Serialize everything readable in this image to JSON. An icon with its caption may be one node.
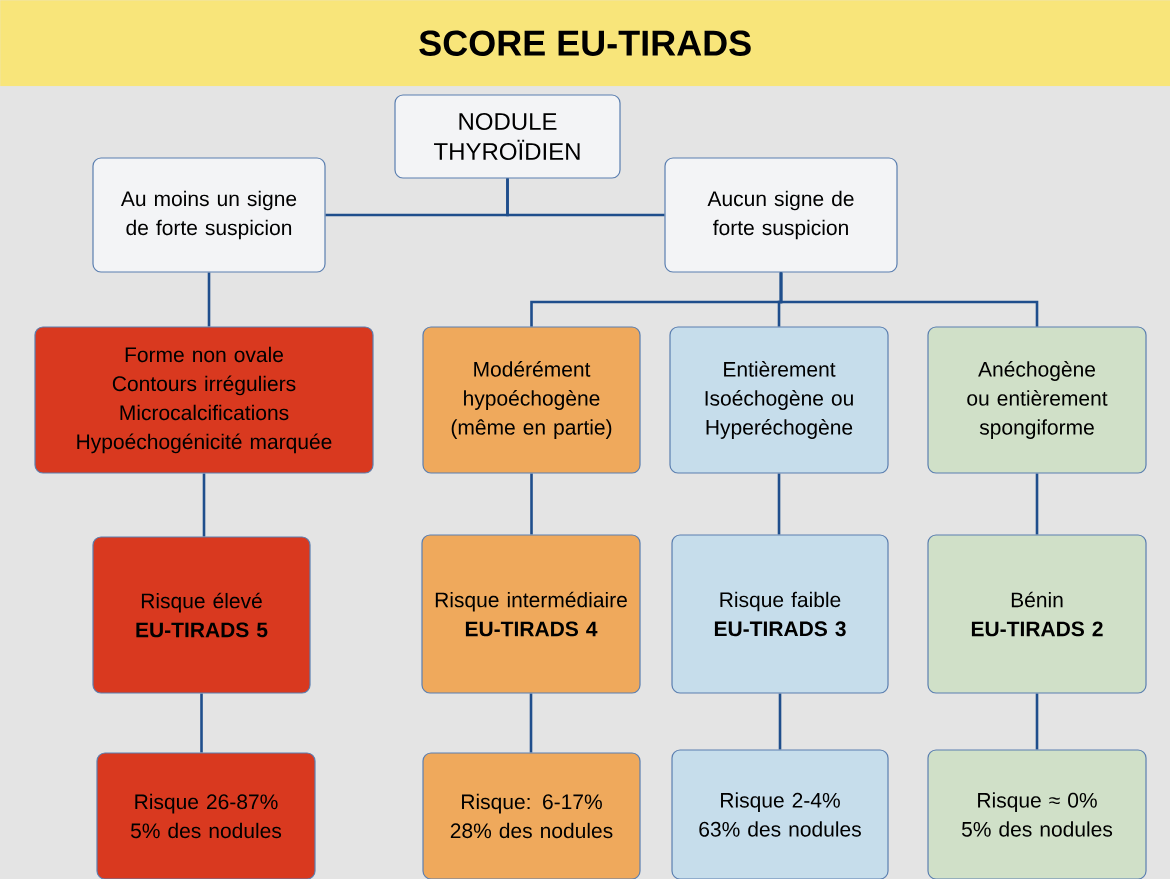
{
  "diagram": {
    "title": "SCORE EU-TIRADS",
    "nodes": [
      {
        "text": [
          "NODULE THYROÏDIEN"
        ]
      },
      {
        "text": [
          "Au moins un signe de forte suspicion"
        ]
      },
      {
        "text": [
          "Aucun signe de forte suspicion"
        ]
      },
      {
        "text": [
          "Forme non ovale",
          "Contours irréguliers",
          "Microcalcifications",
          "Hypoéchogénicité marquée"
        ]
      },
      {
        "text": [
          "Modérément hypoéchogène (même en partie)"
        ]
      },
      {
        "text": [
          "Entièrement Isoéchogène ou Hyperéchogène"
        ]
      },
      {
        "text": [
          "Anéchogène ou entièrement spongiforme"
        ]
      },
      {
        "text": [
          "Risque élevé",
          "EU-TIRADS 5"
        ]
      },
      {
        "text": [
          "Risque intermédiaire",
          "EU-TIRADS 4"
        ]
      },
      {
        "text": [
          "Risque faible",
          "EU-TIRADS 3"
        ]
      },
      {
        "text": [
          "Bénin",
          "EU-TIRADS 2"
        ]
      },
      {
        "text": [
          "Risque 26-87%",
          "5% des nodules"
        ]
      },
      {
        "text": [
          "Risque: 6-17%",
          "28% des nodules"
        ]
      },
      {
        "text": [
          "Risque 2-4%",
          "63% des nodules"
        ]
      },
      {
        "text": [
          "Risque ≈ 0%",
          "5% des nodules"
        ]
      }
    ],
    "edges": [
      {
        "from": 0,
        "to": 1,
        "arrow": "none"
      },
      {
        "from": 0,
        "to": 2,
        "arrow": "none"
      },
      {
        "from": 1,
        "to": 3,
        "arrow": "none"
      },
      {
        "from": 2,
        "to": 4,
        "arrow": "none"
      },
      {
        "from": 2,
        "to": 5,
        "arrow": "none"
      },
      {
        "from": 2,
        "to": 6,
        "arrow": "none"
      },
      {
        "from": 3,
        "to": 7,
        "arrow": "none"
      },
      {
        "from": 4,
        "to": 8,
        "arrow": "none"
      },
      {
        "from": 5,
        "to": 9,
        "arrow": "none"
      },
      {
        "from": 6,
        "to": 10,
        "arrow": "none"
      },
      {
        "from": 7,
        "to": 11,
        "arrow": "none"
      },
      {
        "from": 8,
        "to": 12,
        "arrow": "none"
      },
      {
        "from": 9,
        "to": 13,
        "arrow": "none"
      },
      {
        "from": 10,
        "to": 14,
        "arrow": "none"
      }
    ]
  }
}
